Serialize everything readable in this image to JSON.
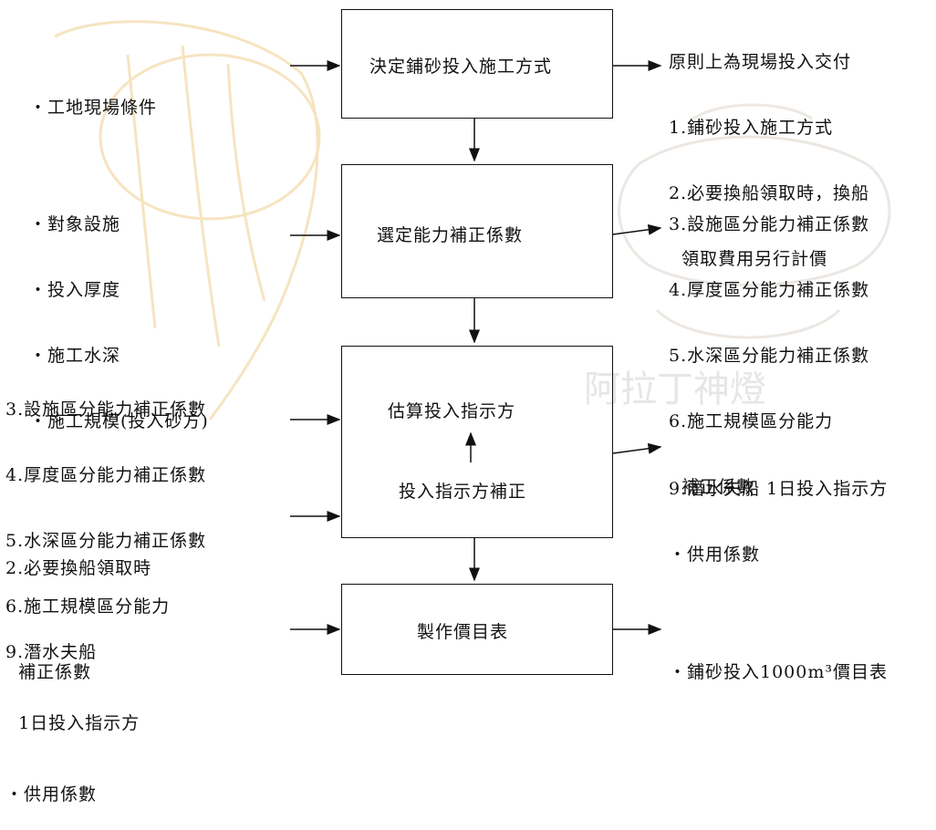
{
  "watermark": {
    "text": "阿拉丁神燈"
  },
  "boxes": {
    "b1": "決定鋪砂投入施工方式",
    "b2": "選定能力補正係數",
    "b3_top": "估算投入指示方",
    "b3_bottom": "投入指示方補正",
    "b4": "製作價目表"
  },
  "inputs": {
    "i1": [
      "・工地現場條件"
    ],
    "i2": [
      "・對象設施",
      "・投入厚度",
      "・施工水深",
      "・施工規模(投入砂方)"
    ],
    "i3": [
      "3.設施區分能力補正係數",
      "4.厚度區分能力補正係數",
      "5.水深區分能力補正係數",
      "6.施工規模區分能力",
      "  補正係數"
    ],
    "i3b": [
      "2.必要換船領取時"
    ],
    "i4": [
      "9.潛水夫船",
      "  1日投入指示方",
      "・供用係數"
    ]
  },
  "outputs": {
    "o1": [
      "原則上為現場投入交付",
      "1.鋪砂投入施工方式",
      "2.必要換船領取時，換船",
      "  領取費用另行計價"
    ],
    "o2": [
      "3.設施區分能力補正係數",
      "4.厚度區分能力補正係數",
      "5.水深區分能力補正係數",
      "6.施工規模區分能力",
      "  補正係數"
    ],
    "o3": [
      "9.潛水夫船 1日投入指示方",
      "・供用係數"
    ],
    "o4": [
      "・鋪砂投入1000m³價目表"
    ]
  }
}
